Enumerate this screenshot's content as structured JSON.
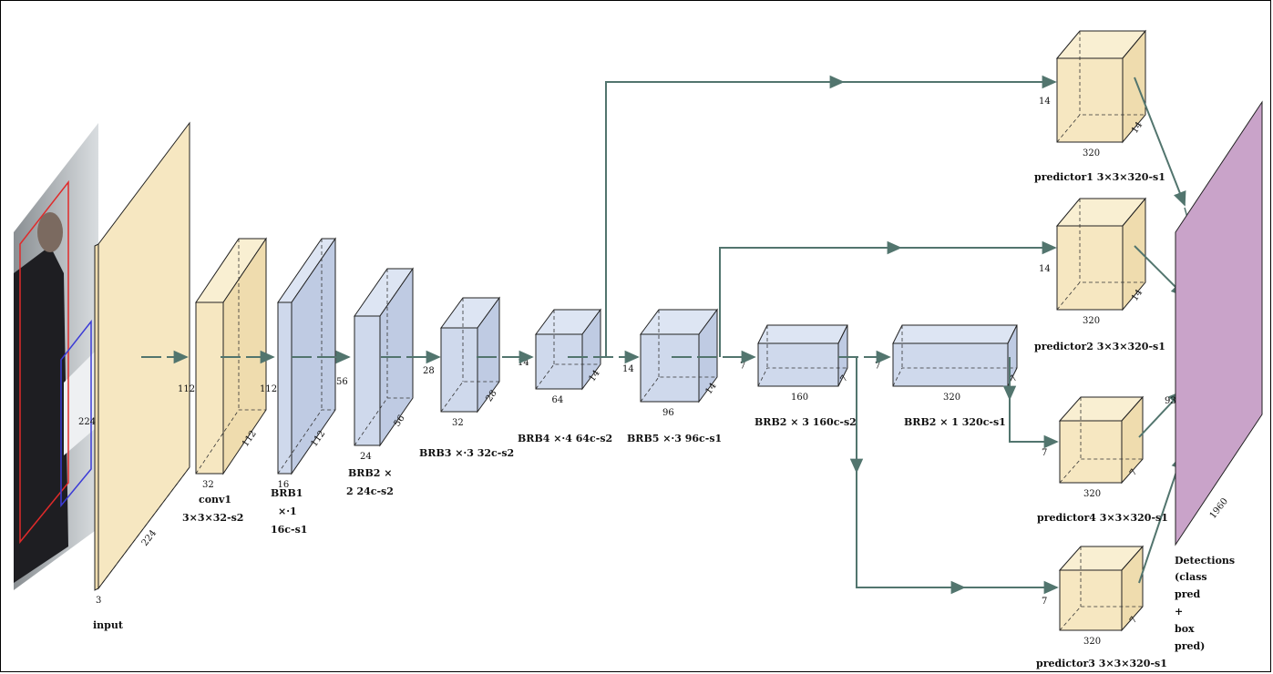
{
  "colors": {
    "yellow_front": "#f6e7c1",
    "yellow_top": "#f9efd2",
    "yellow_side": "#efdcae",
    "blue_front": "#cfd9ec",
    "blue_top": "#dde5f3",
    "blue_side": "#bfcbe3",
    "purple": "#c9a3c9",
    "arrow": "#52756e"
  },
  "input": {
    "label": "input",
    "dim_height": "224",
    "dim_depth": "224",
    "dim_channels": "3"
  },
  "layers": {
    "conv1": {
      "label_line1": "conv1",
      "label_line2": "3×3×32-s2",
      "dim_h": "112",
      "dim_d": "112",
      "dim_w": "32"
    },
    "brb1": {
      "label_line1": "BRB1",
      "label_line2": "×·1",
      "label_line3": "16c-s1",
      "dim_h": "112",
      "dim_d": "112",
      "dim_w": "16"
    },
    "brb2": {
      "label_line1": "BRB2 ×",
      "label_line2": "2 24c-s2",
      "dim_h": "56",
      "dim_d": "56",
      "dim_w": "24"
    },
    "brb3": {
      "label": "BRB3 ×·3 32c-s2",
      "dim_h": "28",
      "dim_d": "28",
      "dim_w": "32"
    },
    "brb4": {
      "label": "BRB4 ×·4 64c-s2",
      "dim_h": "14",
      "dim_d": "14",
      "dim_w": "64"
    },
    "brb5": {
      "label": "BRB5 ×·3 96c-s1",
      "dim_h": "14",
      "dim_d": "14",
      "dim_w": "96"
    },
    "brb6": {
      "label": "BRB2 × 3 160c-s2",
      "dim_h": "7",
      "dim_d": "7",
      "dim_w": "160"
    },
    "brb7": {
      "label": "BRB2 × 1 320c-s1",
      "dim_h": "7",
      "dim_d": "7",
      "dim_w": "320"
    }
  },
  "predictors": {
    "p1": {
      "label": "predictor1 3×3×320-s1",
      "dim_h": "14",
      "dim_d": "14",
      "dim_w": "320"
    },
    "p2": {
      "label": "predictor2 3×3×320-s1",
      "dim_h": "14",
      "dim_d": "14",
      "dim_w": "320"
    },
    "p4": {
      "label": "predictor4 3×3×320-s1",
      "dim_h": "7",
      "dim_d": "7",
      "dim_w": "320"
    },
    "p3": {
      "label": "predictor3 3×3×320-s1",
      "dim_h": "7",
      "dim_d": "7",
      "dim_w": "320"
    }
  },
  "detections": {
    "dim_h": "93",
    "dim_d": "1960",
    "label_lines": [
      "Detections",
      "(class",
      "pred",
      "+",
      "box",
      "pred)"
    ]
  }
}
